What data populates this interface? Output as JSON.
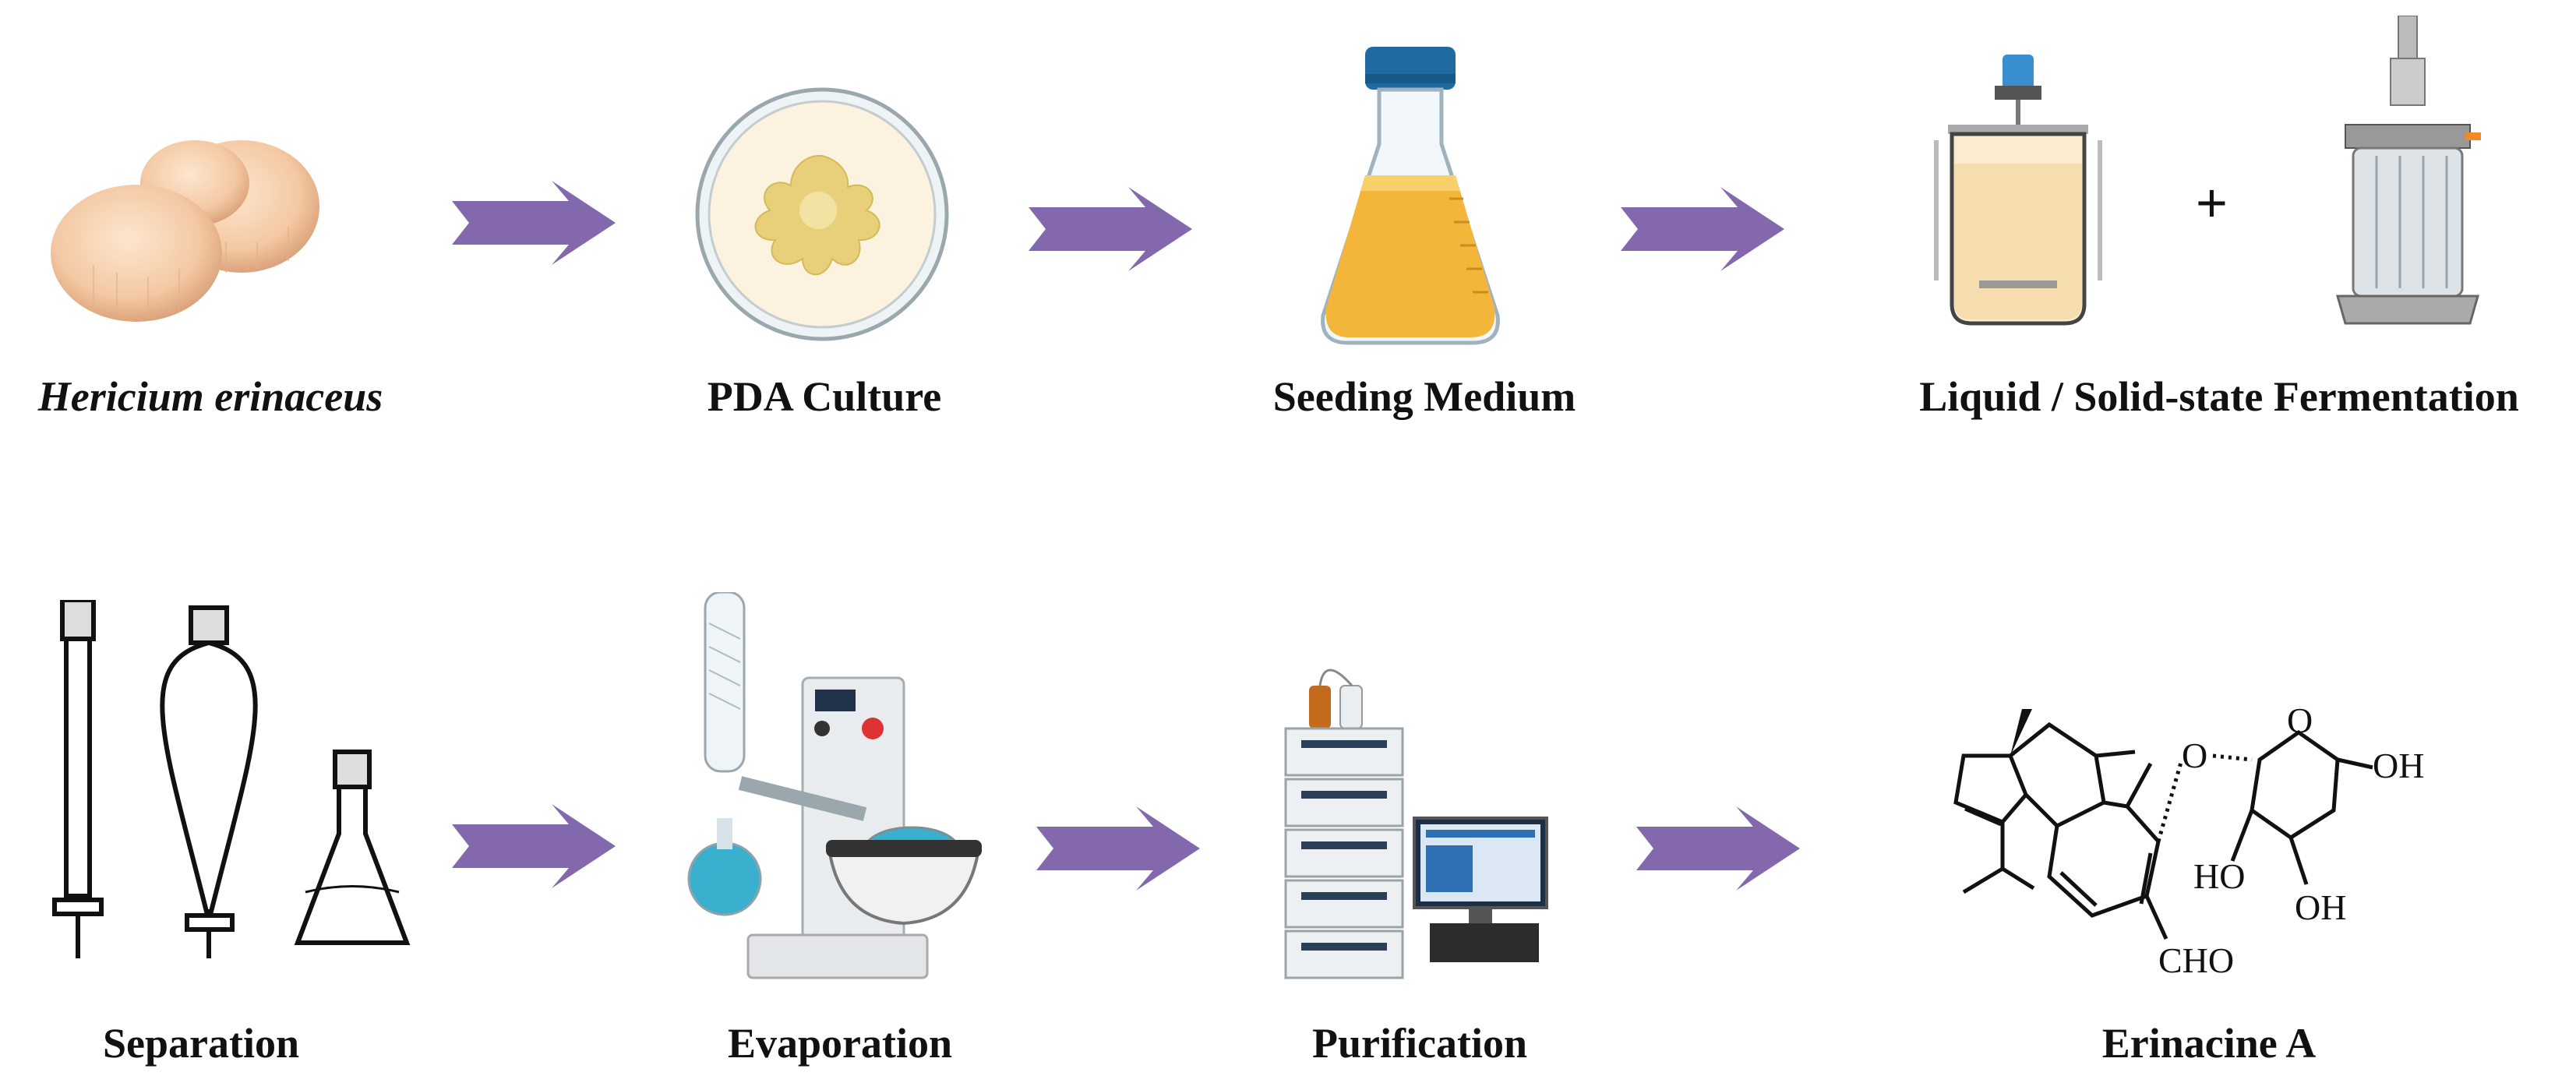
{
  "row1": {
    "steps": [
      {
        "label": "Hericium erinaceus",
        "icon": "mushroom-icon"
      },
      {
        "label": "PDA Culture",
        "icon": "petri-dish-icon"
      },
      {
        "label": "Seeding Medium",
        "icon": "erlenmeyer-flask-icon"
      },
      {
        "label": "Liquid / Solid-state Fermentation",
        "icon": "bioreactor-icon"
      }
    ],
    "plus": "+"
  },
  "row2": {
    "steps": [
      {
        "label": "Separation",
        "icon": "separation-glassware-icon"
      },
      {
        "label": "Evaporation",
        "icon": "rotary-evaporator-icon"
      },
      {
        "label": "Purification",
        "icon": "hplc-system-icon"
      },
      {
        "label": "Erinacine A",
        "icon": "chemical-structure-icon"
      }
    ]
  },
  "structure": {
    "groups": [
      "OH",
      "HO",
      "OH",
      "CHO",
      "O",
      "O"
    ]
  },
  "colors": {
    "arrow": "#8468ad",
    "text": "#111111",
    "broth": "#f4b63a",
    "cap": "#1f6aa0",
    "blue_liquid": "#3ab0cf"
  }
}
